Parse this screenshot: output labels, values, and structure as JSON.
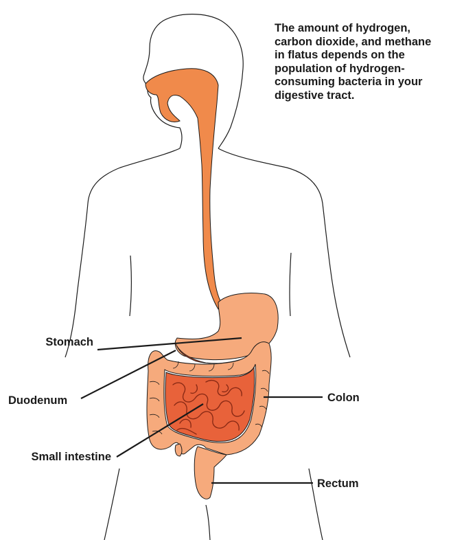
{
  "caption": {
    "lines": [
      "The amount of hydrogen,",
      "carbon dioxide, and methane",
      "in flatus depends on the",
      "population of hydrogen-",
      "consuming bacteria in your",
      "digestive tract."
    ]
  },
  "labels": {
    "stomach": "Stomach",
    "duodenum": "Duodenum",
    "small_intestine": "Small intestine",
    "colon": "Colon",
    "rectum": "Rectum"
  },
  "colors": {
    "upper_tract": "#f08a4b",
    "stomach_colon": "#f6aa7c",
    "small_intestine": "#e8623a",
    "intestine_lines": "#8a2a15",
    "outline": "#1a1a1a"
  }
}
